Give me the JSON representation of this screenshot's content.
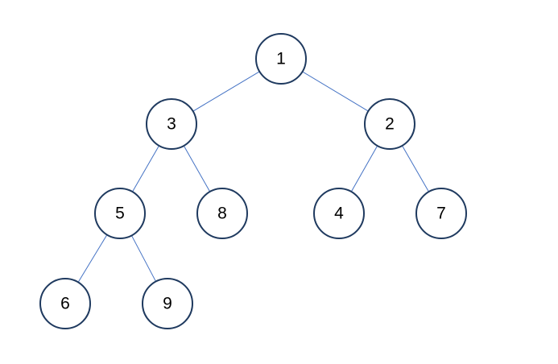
{
  "tree": {
    "nodes": [
      {
        "id": "n1",
        "label": "1"
      },
      {
        "id": "n3",
        "label": "3"
      },
      {
        "id": "n2",
        "label": "2"
      },
      {
        "id": "n5",
        "label": "5"
      },
      {
        "id": "n8",
        "label": "8"
      },
      {
        "id": "n4",
        "label": "4"
      },
      {
        "id": "n7",
        "label": "7"
      },
      {
        "id": "n6",
        "label": "6"
      },
      {
        "id": "n9",
        "label": "9"
      }
    ],
    "edges": [
      {
        "from": "n1",
        "to": "n3"
      },
      {
        "from": "n1",
        "to": "n2"
      },
      {
        "from": "n3",
        "to": "n5"
      },
      {
        "from": "n3",
        "to": "n8"
      },
      {
        "from": "n2",
        "to": "n4"
      },
      {
        "from": "n2",
        "to": "n7"
      },
      {
        "from": "n5",
        "to": "n6"
      },
      {
        "from": "n5",
        "to": "n9"
      }
    ],
    "colors": {
      "edge": "#4472C4",
      "node_stroke": "#1F3A5F",
      "node_fill": "#FFFFFF",
      "label": "#000000"
    }
  }
}
